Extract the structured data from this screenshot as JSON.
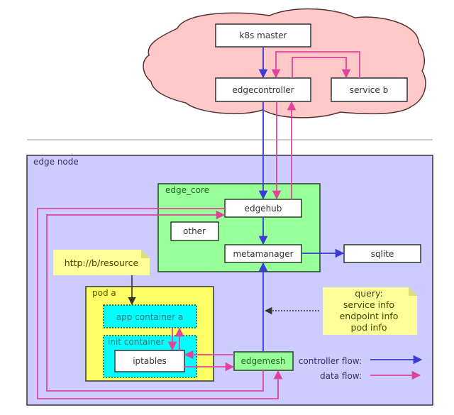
{
  "colors": {
    "controller_flow": "#3b3bd6",
    "data_flow": "#e0449a",
    "cloud_fill": "#ffc9c9",
    "edge_node_fill": "#ccccff",
    "edge_core_fill": "#99ff99",
    "pod_fill": "#ffff66",
    "container_fill": "#00ffff",
    "note_fill": "#ffff99"
  },
  "cloud": {
    "k8s_master": "k8s master",
    "edgecontroller": "edgecontroller",
    "service_b": "service b"
  },
  "edge_node": {
    "title": "edge node",
    "edge_core": {
      "title": "edge_core",
      "edgehub": "edgehub",
      "other": "other",
      "metamanager": "metamanager"
    },
    "sqlite": "sqlite",
    "pod": {
      "title": "pod a",
      "app_container": "app container a",
      "init_container": "init container",
      "iptables": "iptables"
    },
    "edgemesh": "edgemesh",
    "resource_note": "http://b/resource",
    "query_note": {
      "lines": [
        "query:",
        "service info",
        "endpoint info",
        "pod info"
      ]
    }
  },
  "legend": {
    "controller_flow": "controller flow:",
    "data_flow": "data flow:"
  }
}
